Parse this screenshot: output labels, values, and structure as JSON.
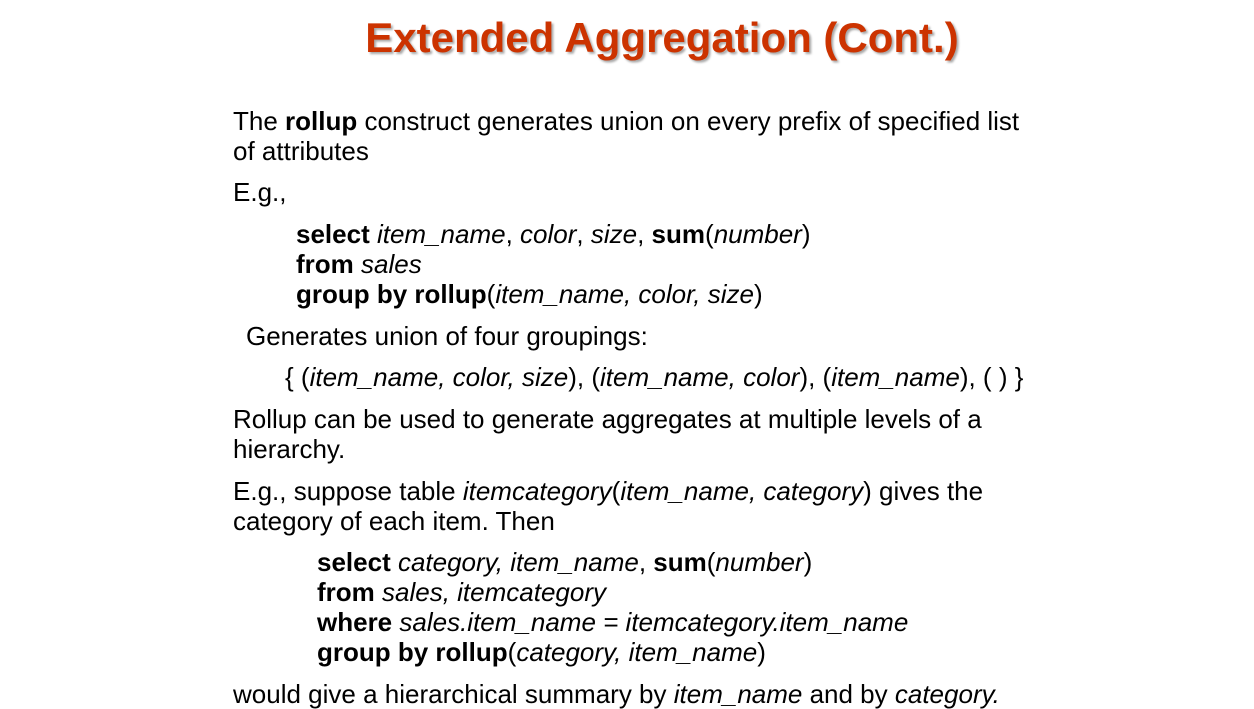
{
  "title": "Extended Aggregation (Cont.)",
  "p1": {
    "t1": "The ",
    "b1": "rollup",
    "t2": " construct generates union on every prefix of specified list",
    "t3": "of attributes"
  },
  "eg1": "E.g.,",
  "q1": {
    "l1_kw1": "select ",
    "l1_i1": "item_name",
    "l1_s1": ", ",
    "l1_i2": "color",
    "l1_s2": ", ",
    "l1_i3": "size",
    "l1_s3": ", ",
    "l1_kw2": "sum",
    "l1_p1": "(",
    "l1_i4": "number",
    "l1_p2": ")",
    "l2_kw": "from ",
    "l2_i": "sales",
    "l3_kw": "group by rollup",
    "l3_p1": "(",
    "l3_i": "item_name, color, size",
    "l3_p2": ")"
  },
  "gen": "Generates union of four groupings:",
  "groups": {
    "t1": "{ (",
    "i1": "item_name, color, size",
    "t2": "), (",
    "i2": "item_name, color",
    "t3": "), (",
    "i3": "item_name",
    "t4": "), ( ) }"
  },
  "p2": {
    "l1": "Rollup can be used to generate aggregates at multiple levels of a",
    "l2": "hierarchy."
  },
  "p3": {
    "t1": "E.g., suppose table ",
    "i1": "itemcategory",
    "t2": "(",
    "i2": "item_name, category",
    "t3": ") gives the",
    "l2": "category of each item. Then"
  },
  "q2": {
    "l1_kw1": "select ",
    "l1_i1": "category, item_name",
    "l1_s1": ", ",
    "l1_kw2": "sum",
    "l1_p1": "(",
    "l1_i2": "number",
    "l1_p2": ")",
    "l2_kw": "from ",
    "l2_i": "sales, itemcategory",
    "l3_kw": "where ",
    "l3_i": "sales.item_name = itemcategory.item_name",
    "l4_kw": "group by rollup",
    "l4_p1": "(",
    "l4_i": "category, item_name",
    "l4_p2": ")"
  },
  "last": {
    "t1": "would give a hierarchical summary by ",
    "i1": "item_name",
    "t2": " and by ",
    "i2": "category."
  }
}
